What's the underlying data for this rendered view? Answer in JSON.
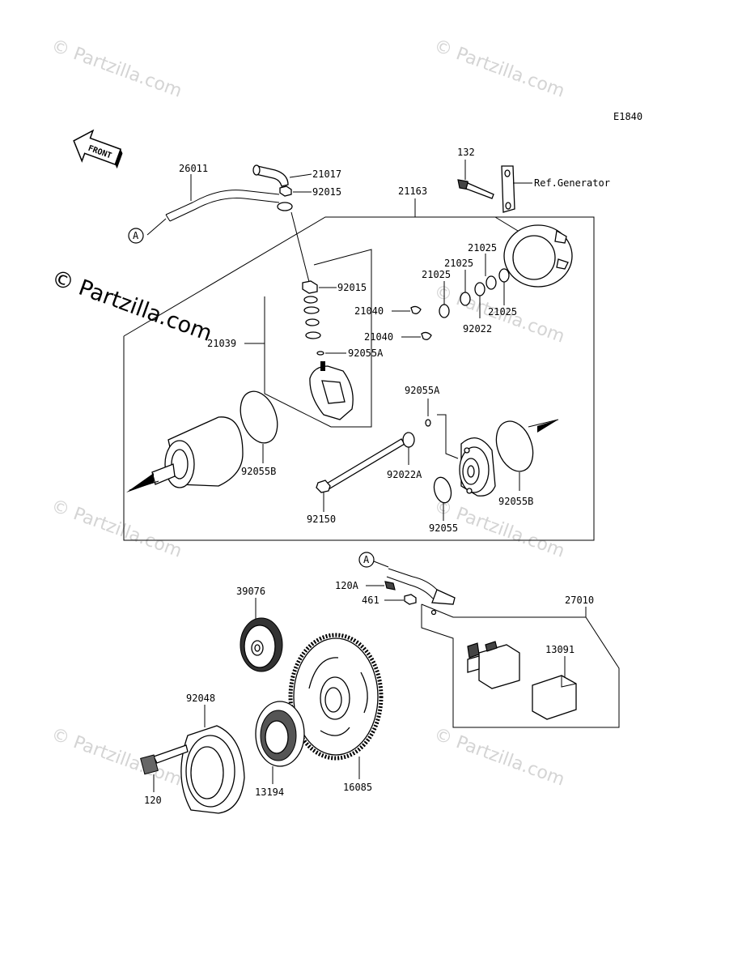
{
  "diagram_code": "E1840",
  "front_label": "FRONT",
  "reference_letter": "A",
  "watermark": "© Partzilla.com",
  "labels": {
    "p26011": "26011",
    "p21017": "21017",
    "p92015_top": "92015",
    "p21163": "21163",
    "p132": "132",
    "ref_generator": "Ref.Generator",
    "p92015_mid": "92015",
    "p21025_a": "21025",
    "p21025_b": "21025",
    "p21025_c": "21025",
    "p21025_d": "21025",
    "p21040_a": "21040",
    "p21040_b": "21040",
    "p92022": "92022",
    "p21039": "21039",
    "p92055A_a": "92055A",
    "p92055A_b": "92055A",
    "p92055B_left": "92055B",
    "p92022A": "92022A",
    "p92150": "92150",
    "p92055": "92055",
    "p92055B_right": "92055B",
    "p120A": "120A",
    "p461": "461",
    "p27010": "27010",
    "p39076": "39076",
    "p13091": "13091",
    "p92048": "92048",
    "p120": "120",
    "p13194": "13194",
    "p16085": "16085"
  }
}
